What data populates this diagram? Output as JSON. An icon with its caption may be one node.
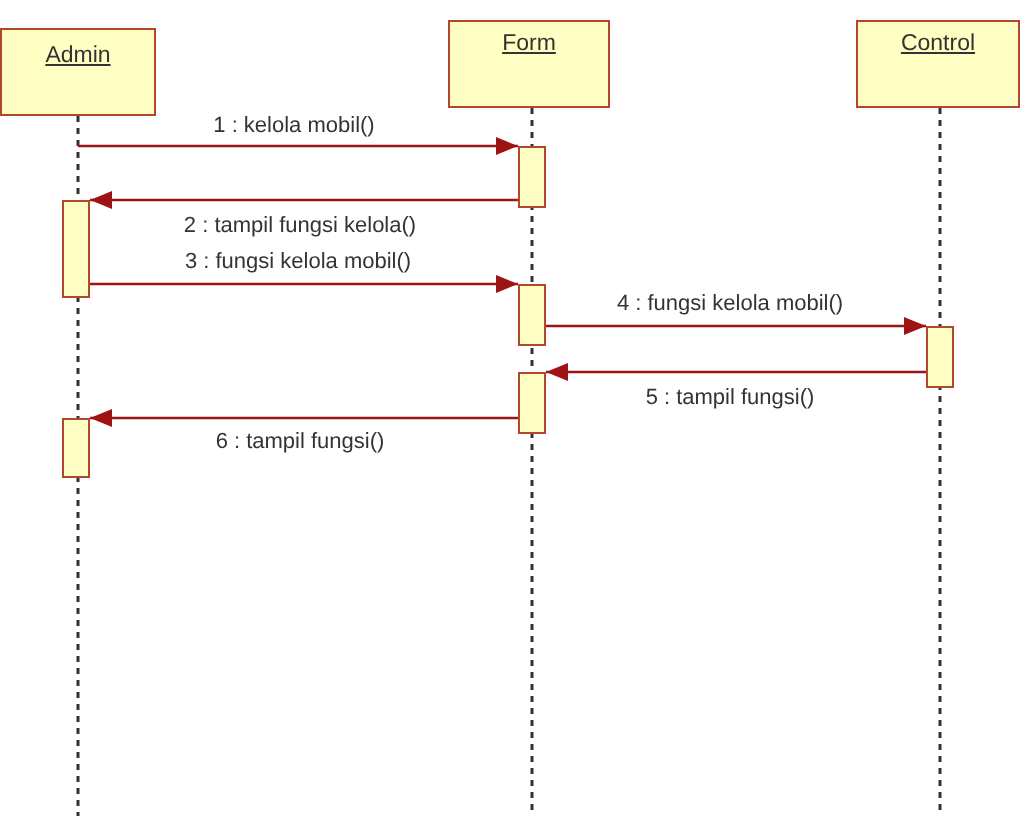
{
  "diagram": {
    "nodes": [
      {
        "text": [
          "Admin"
        ]
      },
      {
        "text": [
          "Form"
        ]
      },
      {
        "text": [
          "Control"
        ]
      },
      {
        "text": [],
        "shape": "bar"
      },
      {
        "text": [],
        "shape": "bar"
      },
      {
        "text": [],
        "shape": "bar"
      },
      {
        "text": [],
        "shape": "bar"
      },
      {
        "text": [],
        "shape": "bar"
      },
      {
        "text": [],
        "shape": "bar"
      }
    ],
    "edges": [
      {
        "from": null,
        "to": 3,
        "arrow": "to",
        "label": "1 : kelola mobil()"
      },
      {
        "from": 3,
        "to": 4,
        "arrow": "to",
        "label": "2 : tampil fungsi kelola()"
      },
      {
        "from": 4,
        "to": 5,
        "arrow": "to",
        "label": "3 : fungsi kelola mobil()"
      },
      {
        "from": 5,
        "to": 6,
        "arrow": "to",
        "label": "4 : fungsi kelola mobil()"
      },
      {
        "from": 6,
        "to": 7,
        "arrow": "to",
        "label": "5 : tampil fungsi()"
      },
      {
        "from": 7,
        "to": 8,
        "arrow": "to",
        "label": "6 : tampil fungsi()"
      }
    ]
  }
}
